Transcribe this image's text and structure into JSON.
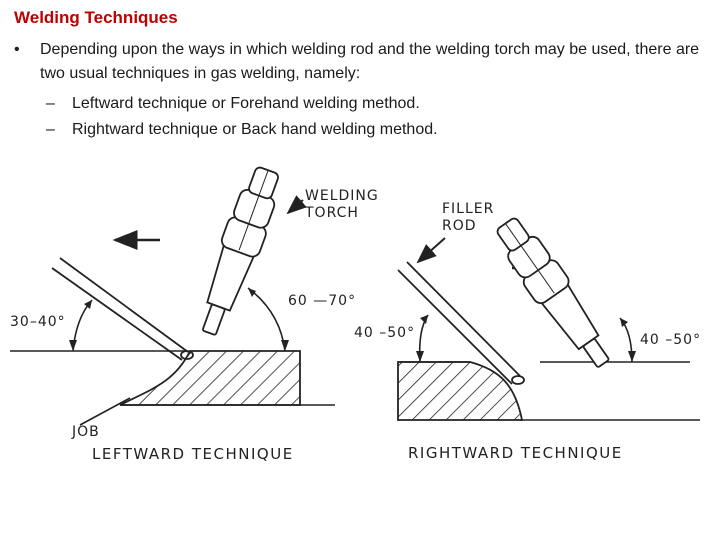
{
  "title": "Welding Techniques",
  "bullet": {
    "marker": "•",
    "text": "Depending upon the ways in which welding rod and the welding torch may be used, there are two usual techniques in gas welding, namely:"
  },
  "sub_items": [
    {
      "marker": "–",
      "text": "Leftward technique or Forehand welding method."
    },
    {
      "marker": "–",
      "text": "Rightward technique or Back hand welding method."
    }
  ],
  "figure": {
    "labels": {
      "welding_torch_1": "WELDING",
      "welding_torch_2": "TORCH",
      "filler_rod_1": "FILLER",
      "filler_rod_2": "ROD",
      "angle_left_rod": "30–40°",
      "angle_left_torch": "60 —70°",
      "angle_right_rod": "40 –50°",
      "angle_right_torch": "40 –50°",
      "job": "JOB",
      "caption_left": "LEFTWARD TECHNIQUE",
      "caption_right": "RIGHTWARD TECHNIQUE"
    }
  }
}
